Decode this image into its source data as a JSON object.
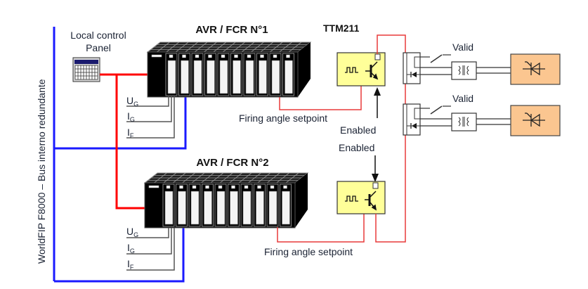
{
  "bus": {
    "label": "WorldFIP F8000 – Bus interno redundante",
    "color": "#1a1aff"
  },
  "local_panel": {
    "label_line1": "Local control",
    "label_line2": "Panel"
  },
  "racks": [
    {
      "title": "AVR / FCR N°1",
      "signals": [
        {
          "main": "U",
          "sub": "G"
        },
        {
          "main": "I",
          "sub": "G"
        },
        {
          "main": "I",
          "sub": "F"
        }
      ],
      "setpoint_label": "Firing angle setpoint"
    },
    {
      "title": "AVR / FCR N°2",
      "signals": [
        {
          "main": "U",
          "sub": "G"
        },
        {
          "main": "I",
          "sub": "G"
        },
        {
          "main": "I",
          "sub": "F"
        }
      ],
      "setpoint_label": "Firing angle setpoint"
    }
  ],
  "ttm": {
    "title": "TTM211",
    "enabled_top": "Enabled",
    "enabled_bottom": "Enabled",
    "box_color": "#ffff99"
  },
  "bridges": [
    {
      "label": "Valid"
    },
    {
      "label": "Valid"
    }
  ],
  "colors": {
    "red_link": "#ff0000",
    "thin_red": "#e83a3a",
    "thyristor_fill": "#fbc690",
    "rack_black": "#000000"
  }
}
